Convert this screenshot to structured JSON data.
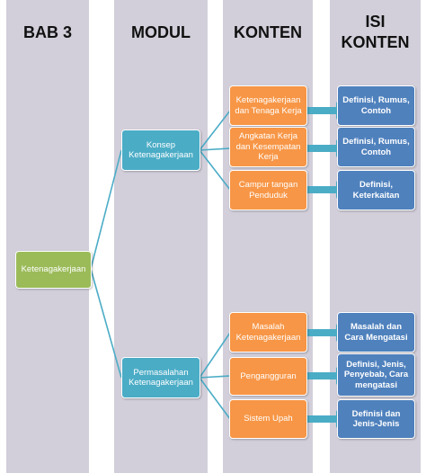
{
  "columns": {
    "bab": "BAB 3",
    "modul": "MODUL",
    "konten": "KONTEN",
    "isi_konten_line1": "ISI",
    "isi_konten_line2": "KONTEN"
  },
  "root": {
    "label": "Ketenagakerjaan"
  },
  "modules": [
    {
      "label": "Konsep Ketenagakerjaan",
      "contents": [
        {
          "label": "Ketenagakerjaan dan Tenaga Kerja",
          "detail": "Definisi, Rumus, Contoh"
        },
        {
          "label": "Angkatan Kerja dan Kesempatan Kerja",
          "detail": "Definisi, Rumus, Contoh"
        },
        {
          "label": "Campur tangan Penduduk",
          "detail": "Definisi, Keterkaitan"
        }
      ]
    },
    {
      "label": "Permasalahan Ketenagakerjaan",
      "contents": [
        {
          "label": "Masalah Ketenagakerjaan",
          "detail": "Masalah dan Cara Mengatasi"
        },
        {
          "label": "Pengangguran",
          "detail": "Definisi, Jenis, Penyebab, Cara mengatasi"
        },
        {
          "label": "Sistem Upah",
          "detail": "Definisi dan Jenis-Jenis"
        }
      ]
    }
  ],
  "colors": {
    "column_bg": "#d2cfda",
    "root": "#9bbb59",
    "module": "#4bacc6",
    "content": "#f79646",
    "detail": "#4f81bd",
    "connector": "#4bacc6"
  }
}
